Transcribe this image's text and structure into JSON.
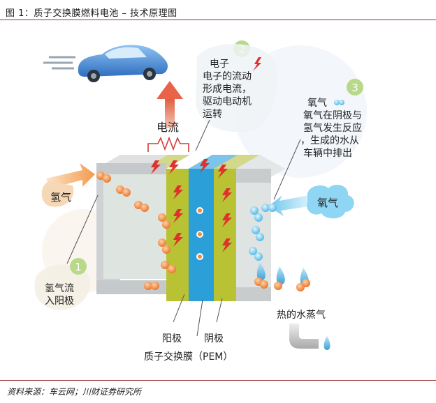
{
  "figure": {
    "title": "图 1：质子交换膜燃料电池 – 技术原理图",
    "source": "资料来源：车云网；川财证券研究所"
  },
  "diagram": {
    "current_label": "电流",
    "step1": {
      "number": "1",
      "line1": "氢气流",
      "line2": "入阳极"
    },
    "step2": {
      "number": "2",
      "line1": "电子",
      "line2": "电子的流动",
      "line3": "形成电流，",
      "line4": "驱动电动机",
      "line5": "运转"
    },
    "step3": {
      "number": "3",
      "line1": "氧气",
      "line2": "氧气在阴极与",
      "line3": "氢气发生反应",
      "line4": "，生成的水从",
      "line5": "车辆中排出"
    },
    "hydrogen_label": "氢气",
    "oxygen_label": "氧气",
    "steam_label": "热的水蒸气",
    "anode_label": "阳极",
    "cathode_label": "阴极",
    "pem_label": "质子交换膜（PEM）",
    "colors": {
      "membrane": "#2a9fd8",
      "anode": "#b8c233",
      "cathode": "#b8c233",
      "hydrogen": "#f08a3c",
      "oxygen": "#7fcff0",
      "spark": "#e03030",
      "badge": "#b9d98a",
      "car": "#3a7fd0"
    }
  }
}
